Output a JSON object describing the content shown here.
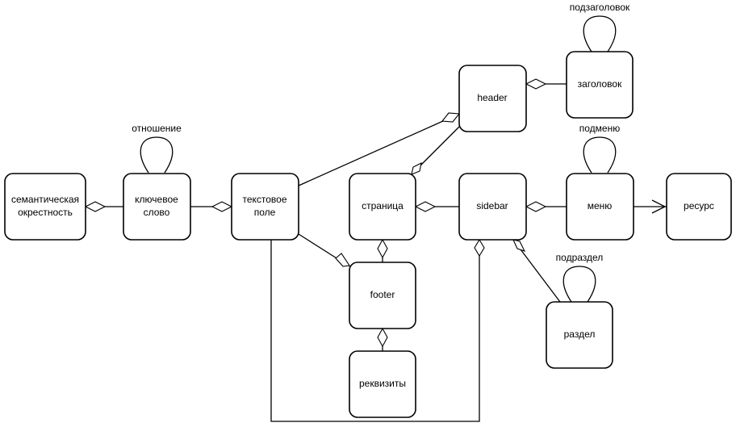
{
  "diagram": {
    "nodes": {
      "semantic": [
        "семантическая",
        "окрестность"
      ],
      "keyword": [
        "ключевое",
        "слово"
      ],
      "textfield": [
        "текстовое",
        "поле"
      ],
      "page": [
        "страница"
      ],
      "header": [
        "header"
      ],
      "title": [
        "заголовок"
      ],
      "sidebar": [
        "sidebar"
      ],
      "menu": [
        "меню"
      ],
      "resource": [
        "ресурс"
      ],
      "footer": [
        "footer"
      ],
      "requisites": [
        "реквизиты"
      ],
      "section": [
        "раздел"
      ]
    },
    "self_loops": {
      "keyword": "отношение",
      "title": "подзаголовок",
      "menu": "подменю",
      "section": "подраздел"
    }
  }
}
